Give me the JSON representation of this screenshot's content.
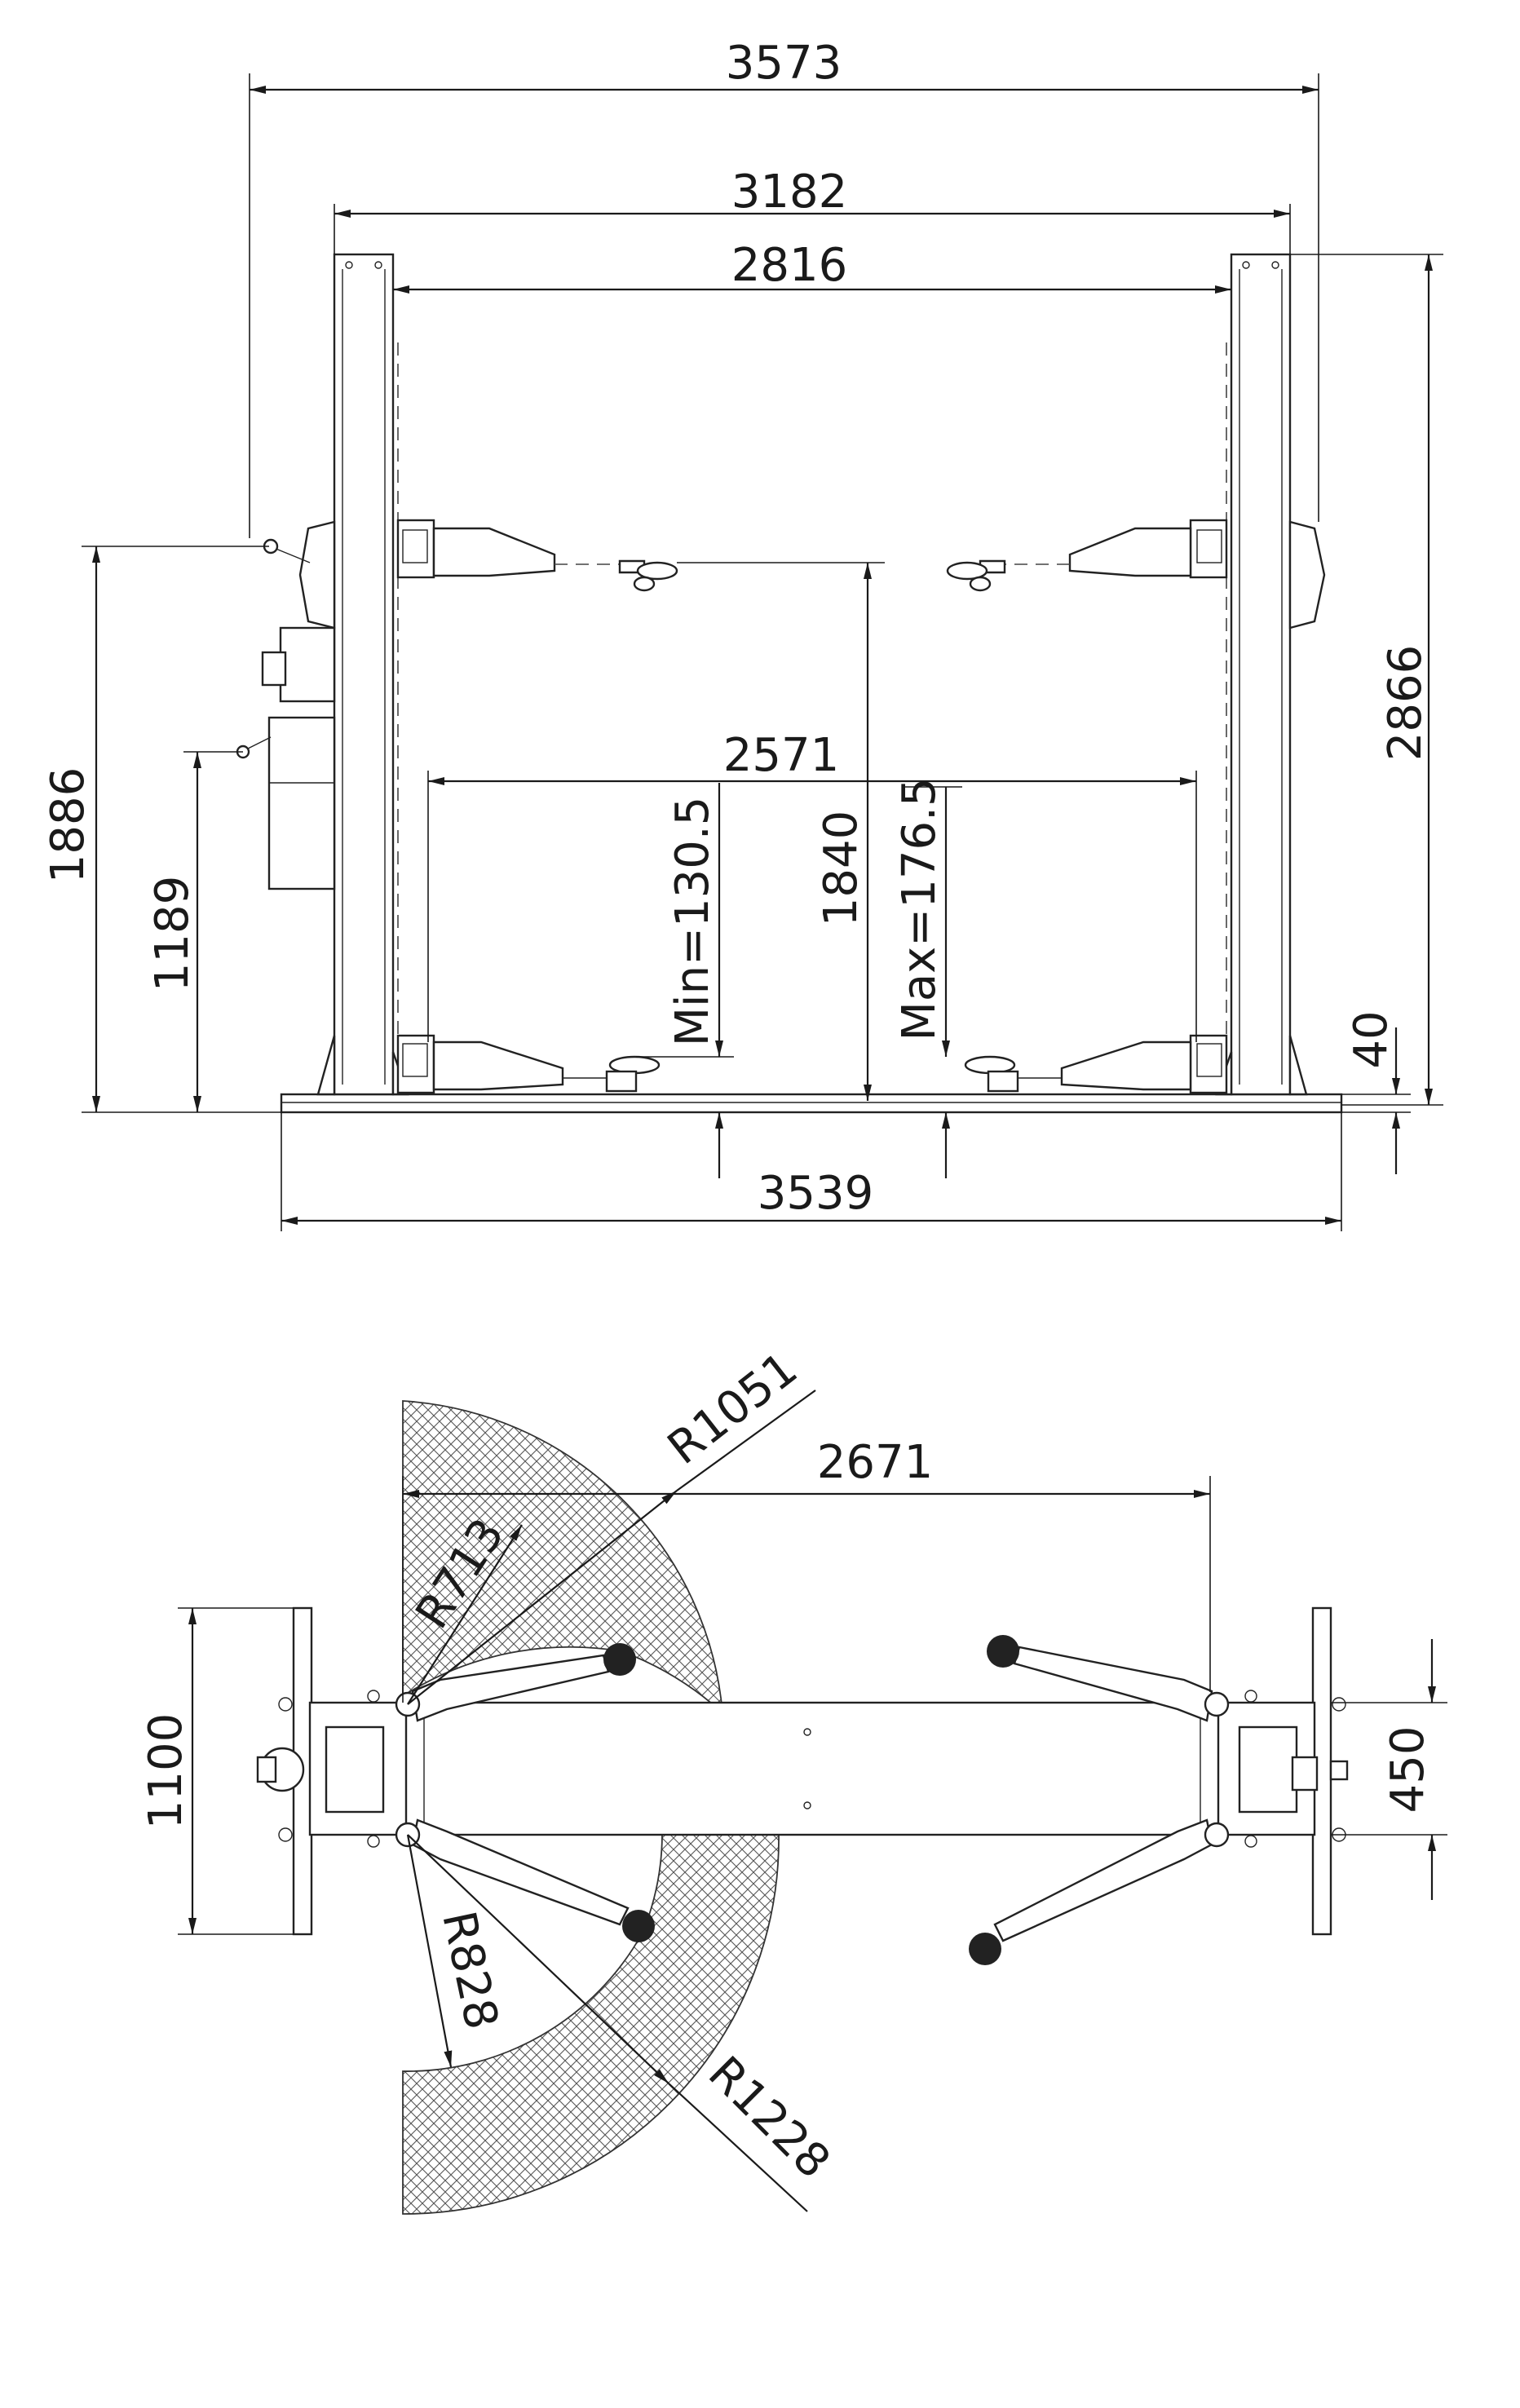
{
  "colors": {
    "line": "#1a1a1a",
    "hatch": "#555555",
    "background": "#ffffff"
  },
  "front_view": {
    "overall_width_top": "3573",
    "column_outer_width": "3182",
    "clear_width": "2816",
    "arm_inner_width": "2571",
    "base_width": "3539",
    "total_height": "2866",
    "lift_height_left": "1886",
    "lift_height_right": "1840",
    "control_height": "1189",
    "min_pad_height": "Min=130.5",
    "max_pad_height": "Max=176.5",
    "base_plate": "40"
  },
  "top_view": {
    "column_spacing": "2671",
    "overall_depth": "1100",
    "base_depth": "450",
    "radius_inner_front": "R713",
    "radius_outer_front": "R1051",
    "radius_inner_rear": "R828",
    "radius_outer_rear": "R1228"
  }
}
